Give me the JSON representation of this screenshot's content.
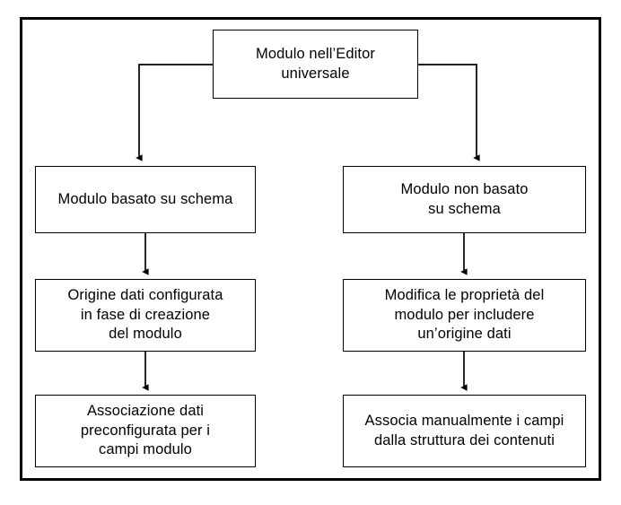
{
  "diagram": {
    "title_text": "Modulo nell’Editor universale",
    "language": "it",
    "frame": {
      "border_color": "#000000",
      "background_color": "#ffffff"
    },
    "nodes": {
      "root": {
        "id": "modulo-nell-editor-universale",
        "label": "Modulo nell’Editor\nuniversale"
      },
      "left_branch": [
        {
          "id": "modulo-basato-su-schema",
          "label": "Modulo basato su schema"
        },
        {
          "id": "origine-dati-configurata",
          "label": "Origine dati configurata\nin fase di creazione\ndel modulo"
        },
        {
          "id": "associazione-dati-preconfigurata",
          "label": "Associazione dati\npreconfigurata per i\ncampi modulo"
        }
      ],
      "right_branch": [
        {
          "id": "modulo-non-basato-su-schema",
          "label": "Modulo non basato\nsu schema"
        },
        {
          "id": "modifica-proprieta-modulo",
          "label": "Modifica le proprietà del\nmodulo per includere\nun’origine dati"
        },
        {
          "id": "associa-manualmente-campi",
          "label": "Associa manualmente i campi\ndalla struttura dei contenuti"
        }
      ]
    },
    "connectors": [
      {
        "id": "root-to-left",
        "type": "elbow-arrow",
        "from": "root",
        "to": "modulo-basato-su-schema"
      },
      {
        "id": "root-to-right",
        "type": "elbow-arrow",
        "from": "root",
        "to": "modulo-non-basato-su-schema"
      },
      {
        "id": "left-1-to-2",
        "type": "straight-arrow",
        "from": "modulo-basato-su-schema",
        "to": "origine-dati-configurata"
      },
      {
        "id": "left-2-to-3",
        "type": "straight-arrow",
        "from": "origine-dati-configurata",
        "to": "associazione-dati-preconfigurata"
      },
      {
        "id": "right-1-to-2",
        "type": "straight-arrow",
        "from": "modulo-non-basato-su-schema",
        "to": "modifica-proprieta-modulo"
      },
      {
        "id": "right-2-to-3",
        "type": "straight-arrow",
        "from": "modifica-proprieta-modulo",
        "to": "associa-manualmente-campi"
      }
    ]
  }
}
